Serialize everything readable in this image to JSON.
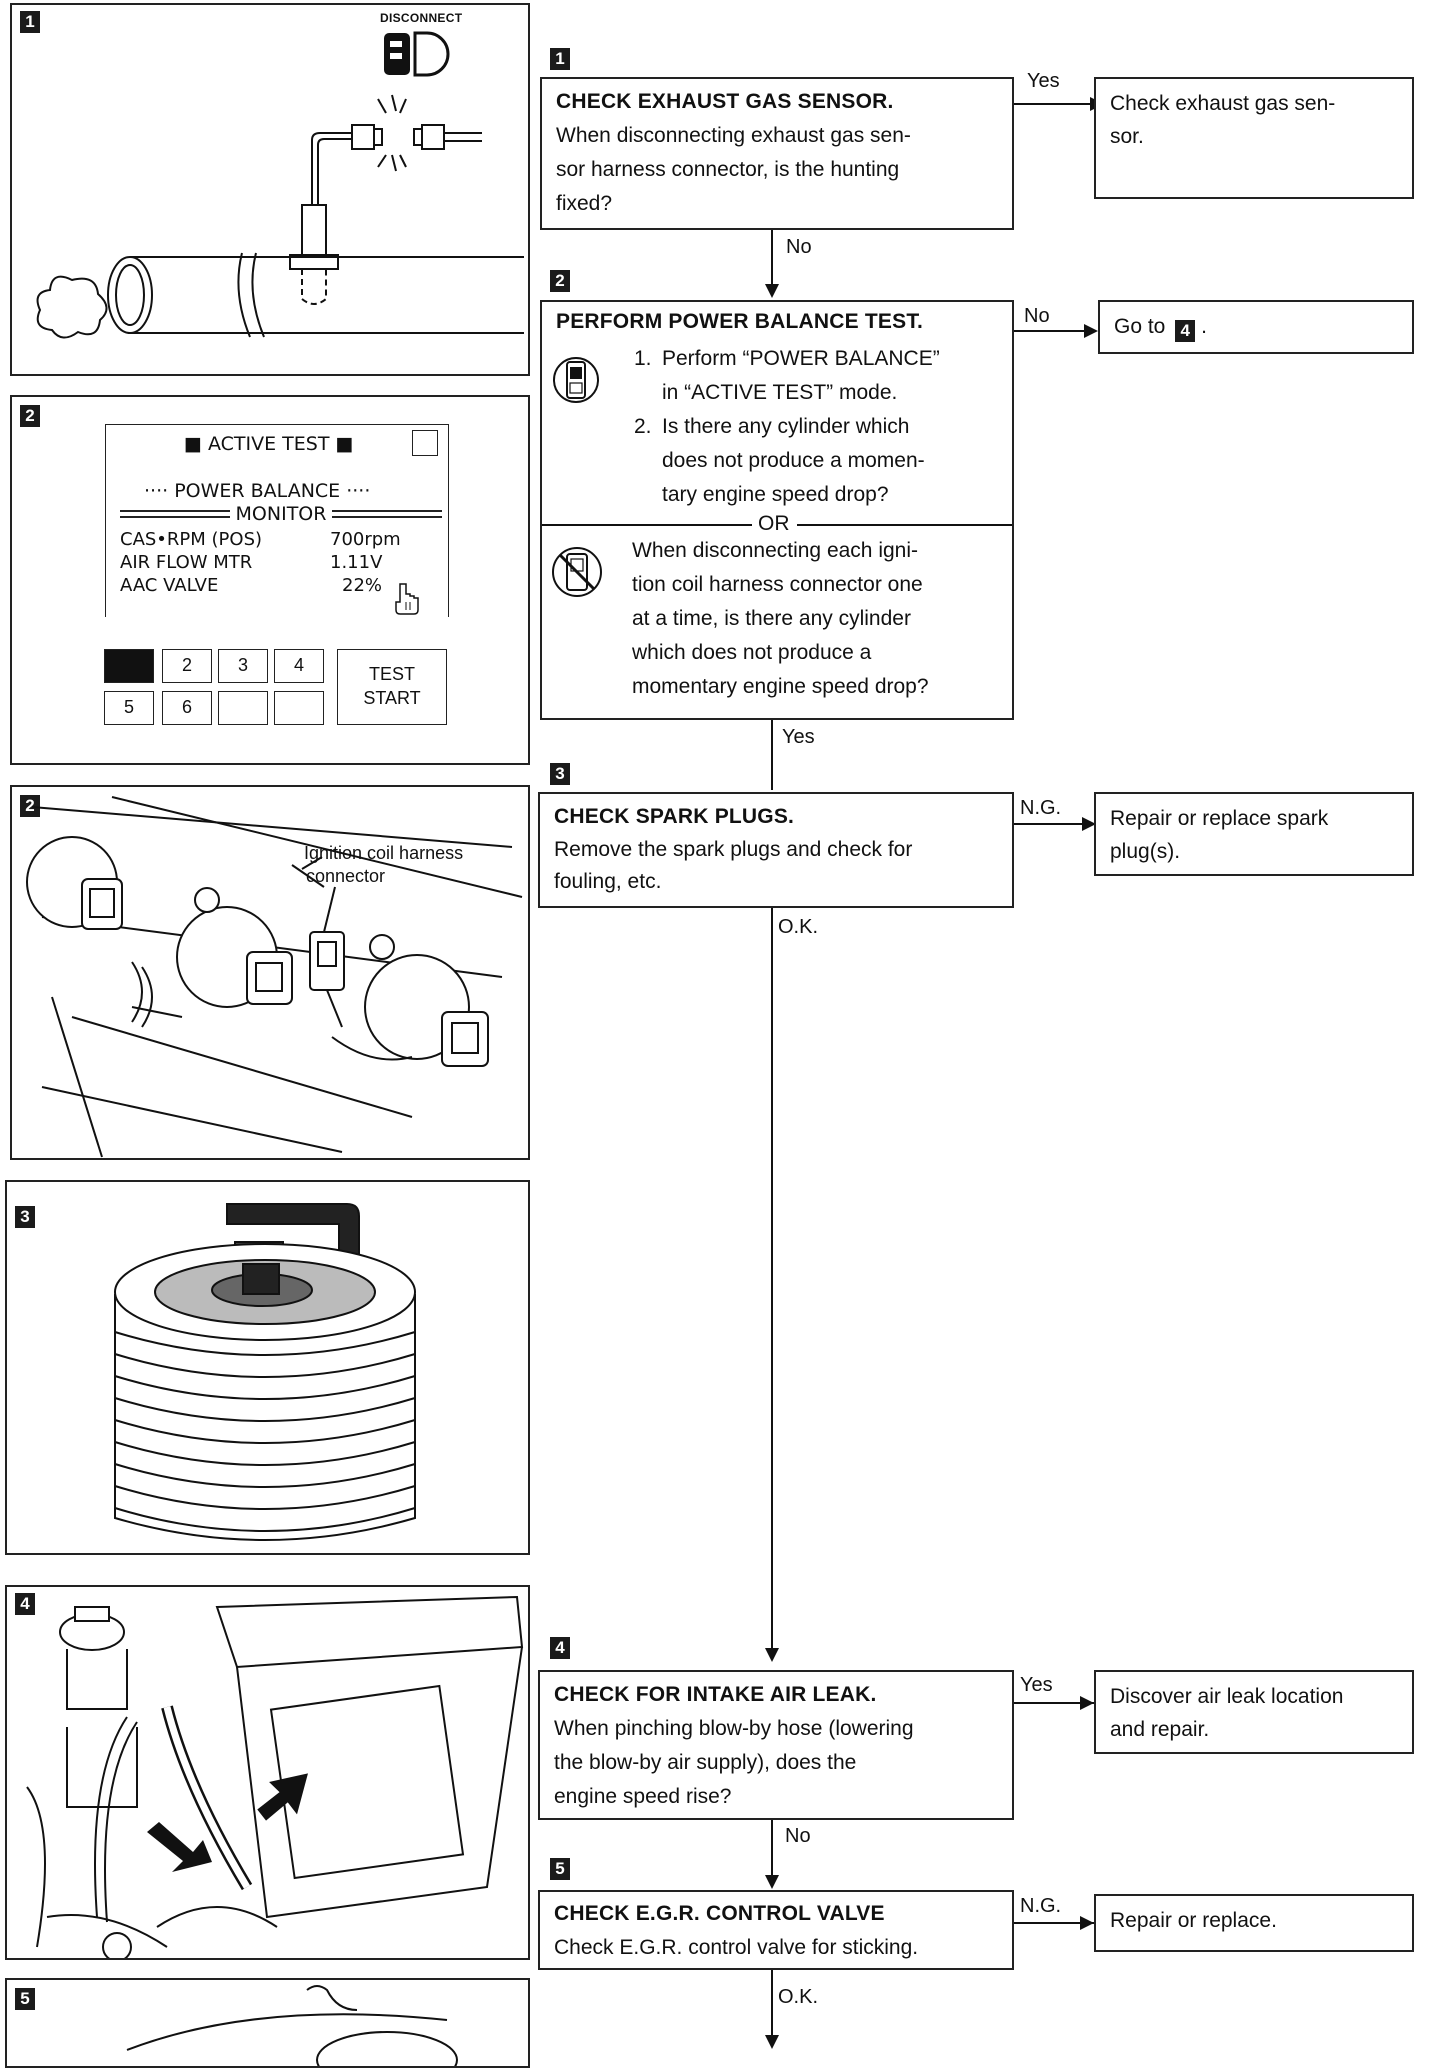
{
  "left": {
    "panel1": {
      "badge": "1",
      "disconnect_label": "DISCONNECT"
    },
    "panel2": {
      "badge": "2",
      "active_test": "■ ACTIVE TEST ■",
      "power_balance": "···· POWER BALANCE ····",
      "monitor": "MONITOR",
      "rows": [
        {
          "label": "CAS•RPM (POS)",
          "value": "700rpm"
        },
        {
          "label": "AIR FLOW MTR",
          "value": "1.11V"
        },
        {
          "label": "AAC VALVE",
          "value": "22%"
        }
      ],
      "cylinder_buttons": [
        "2",
        "3",
        "4",
        "5",
        "6"
      ],
      "test_start": [
        "TEST",
        "START"
      ]
    },
    "panel3": {
      "badge": "2",
      "callout": [
        "Ignition coil harness",
        "connector"
      ]
    },
    "panel4": {
      "badge": "3"
    },
    "panel5": {
      "badge": "4"
    },
    "panel6": {
      "badge": "5"
    }
  },
  "flow": {
    "step1": {
      "badge": "1",
      "title": "CHECK EXHAUST GAS SENSOR.",
      "lines": [
        "When disconnecting exhaust gas sen-",
        "sor harness connector, is the hunting",
        "fixed?"
      ],
      "yes_label": "Yes",
      "yes_result": [
        "Check exhaust gas sen-",
        "sor."
      ],
      "no_label": "No"
    },
    "step2": {
      "badge": "2",
      "title": "PERFORM POWER BALANCE TEST.",
      "list": [
        {
          "num": "1.",
          "lines": [
            "Perform “POWER BALANCE”",
            "in “ACTIVE TEST” mode."
          ]
        },
        {
          "num": "2.",
          "lines": [
            "Is there any cylinder which",
            "does not produce a momen-",
            "tary engine speed drop?"
          ]
        }
      ],
      "or_label": "OR",
      "alt_lines": [
        "When disconnecting each igni-",
        "tion coil harness connector one",
        "at a time, is there any cylinder",
        "which does not produce a",
        "momentary engine speed drop?"
      ],
      "no_label": "No",
      "no_result_prefix": "Go to",
      "no_result_badge": "4",
      "no_result_suffix": ".",
      "yes_label": "Yes"
    },
    "step3": {
      "badge": "3",
      "title": "CHECK SPARK PLUGS.",
      "lines": [
        "Remove the spark plugs and check for",
        "fouling, etc."
      ],
      "ng_label": "N.G.",
      "ng_result": [
        "Repair or replace spark",
        "plug(s)."
      ],
      "ok_label": "O.K."
    },
    "step4": {
      "badge": "4",
      "title": "CHECK FOR INTAKE AIR LEAK.",
      "lines": [
        "When pinching blow-by hose (lowering",
        "the blow-by air supply), does the",
        "engine speed rise?"
      ],
      "yes_label": "Yes",
      "yes_result": [
        "Discover air leak location",
        "and repair."
      ],
      "no_label": "No"
    },
    "step5": {
      "badge": "5",
      "title": "CHECK E.G.R. CONTROL VALVE",
      "lines": [
        "Check E.G.R. control valve for sticking."
      ],
      "ng_label": "N.G.",
      "ng_result": [
        "Repair or replace."
      ],
      "ok_label": "O.K."
    }
  }
}
